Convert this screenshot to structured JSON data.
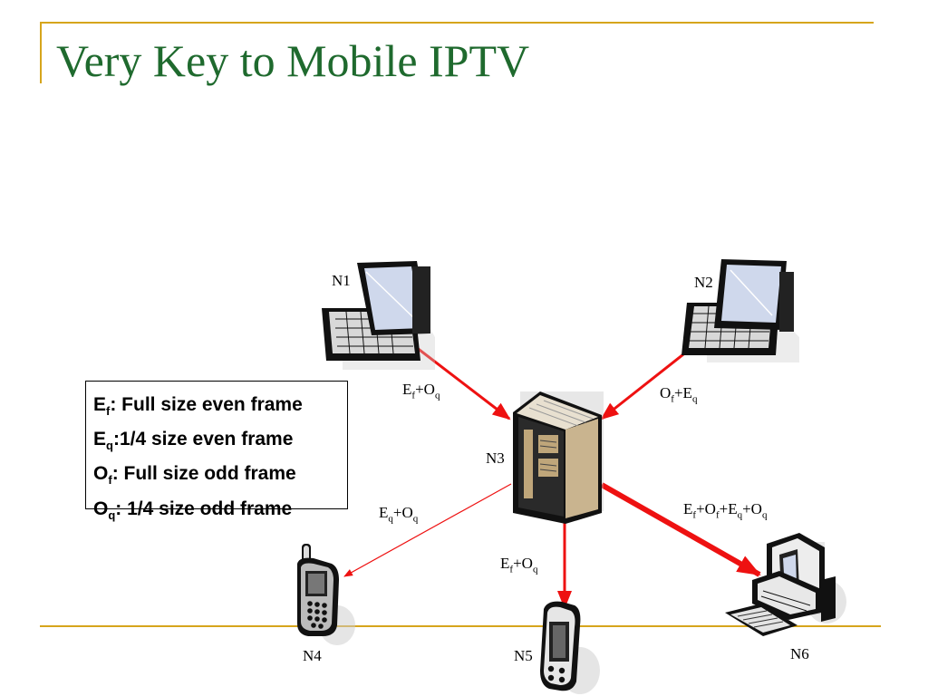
{
  "title": "Very Key to Mobile IPTV",
  "legend": [
    {
      "sym": "E",
      "sub": "f",
      "text": ": Full size even frame"
    },
    {
      "sym": "E",
      "sub": "q",
      "text": ":1/4 size even frame"
    },
    {
      "sym": "O",
      "sub": "f",
      "text": ": Full size odd frame"
    },
    {
      "sym": "O",
      "sub": "q",
      "text": ": 1/4 size odd frame"
    }
  ],
  "nodes": {
    "n1": "N1",
    "n2": "N2",
    "n3": "N3",
    "n4": "N4",
    "n5": "N5",
    "n6": "N6"
  },
  "edges": {
    "n1_n3": [
      {
        "t": "E"
      },
      {
        "s": "f"
      },
      {
        "t": "+O"
      },
      {
        "s": "q"
      }
    ],
    "n2_n3": [
      {
        "t": "O"
      },
      {
        "s": "f"
      },
      {
        "t": "+E"
      },
      {
        "s": "q"
      }
    ],
    "n3_n4": [
      {
        "t": "E"
      },
      {
        "s": "q"
      },
      {
        "t": "+O"
      },
      {
        "s": "q"
      }
    ],
    "n3_n5": [
      {
        "t": "E"
      },
      {
        "s": "f"
      },
      {
        "t": "+O"
      },
      {
        "s": "q"
      }
    ],
    "n3_n6": [
      {
        "t": "E"
      },
      {
        "s": "f"
      },
      {
        "t": "+O"
      },
      {
        "s": "f"
      },
      {
        "t": "+E"
      },
      {
        "s": "q"
      },
      {
        "t": "+O"
      },
      {
        "s": "q"
      }
    ]
  },
  "colors": {
    "title": "#1f6a2e",
    "rule": "#d6a51c",
    "arrow": "#ee1111"
  },
  "icons": {
    "n1": "laptop-icon",
    "n2": "laptop-icon",
    "n3": "server-icon",
    "n4": "mobile-phone-icon",
    "n5": "handheld-device-icon",
    "n6": "desktop-computer-icon"
  }
}
